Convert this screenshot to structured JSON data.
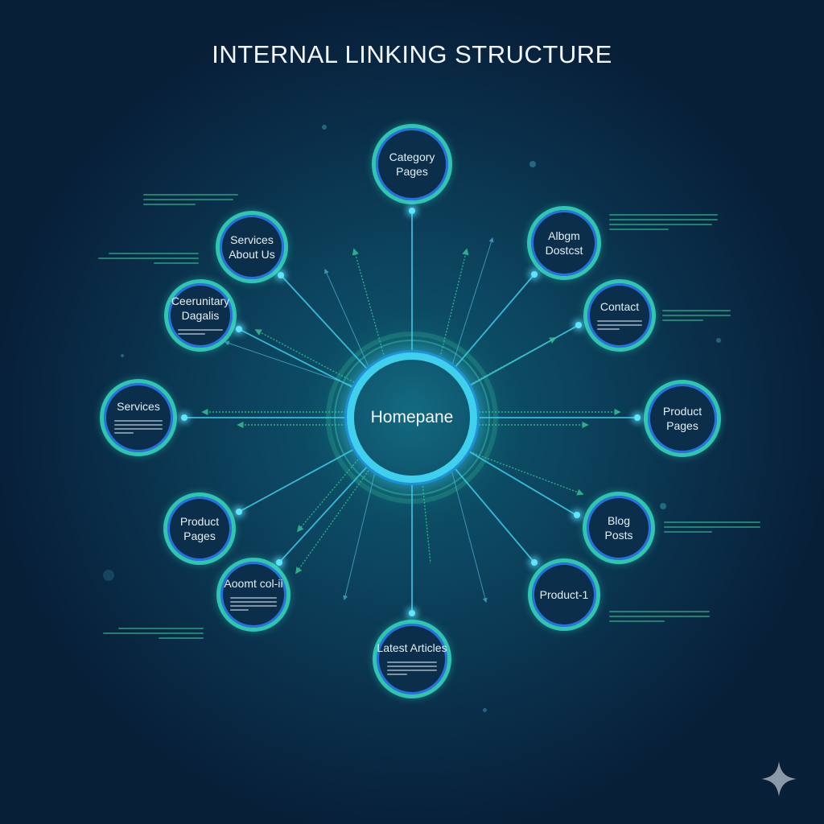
{
  "title": "INTERNAL LINKING STRUCTURE",
  "hub": {
    "label": "Homepane"
  },
  "nodes": [
    {
      "id": "category-pages",
      "label": "Category\nPages",
      "has_desc": false
    },
    {
      "id": "algm-dostcst",
      "label": "Albgm\nDostcst",
      "has_desc": false
    },
    {
      "id": "contact",
      "label": "Contact",
      "has_desc": true
    },
    {
      "id": "product-pages-right",
      "label": "Product\nPages",
      "has_desc": false
    },
    {
      "id": "blog-posts",
      "label": "Blog\nPosts",
      "has_desc": false
    },
    {
      "id": "product-1",
      "label": "Product-1",
      "has_desc": false
    },
    {
      "id": "latest-articles",
      "label": "Latest Articles",
      "has_desc": true
    },
    {
      "id": "aoomt-col",
      "label": "Aoomt col-ii",
      "has_desc": true
    },
    {
      "id": "product-pages-left",
      "label": "Product\nPages",
      "has_desc": false
    },
    {
      "id": "services",
      "label": "Services",
      "has_desc": true
    },
    {
      "id": "ceerunitary-dagalis",
      "label": "Ceerunitary\nDagalis",
      "has_desc": true
    },
    {
      "id": "services-about-us",
      "label": "Services\nAbout Us",
      "has_desc": false
    }
  ],
  "colors": {
    "background_dark": "#081f38",
    "background_center": "#0f5a6e",
    "node_ring_outer": "#2ec6b0",
    "node_ring_inner": "#2a6ee0",
    "hub_ring": "#3fd0ee",
    "link_line": "#3fd0ee",
    "arrow_line": "#38c896",
    "text": "#e6eef4"
  },
  "watermark": {
    "icon": "sparkle-icon"
  }
}
